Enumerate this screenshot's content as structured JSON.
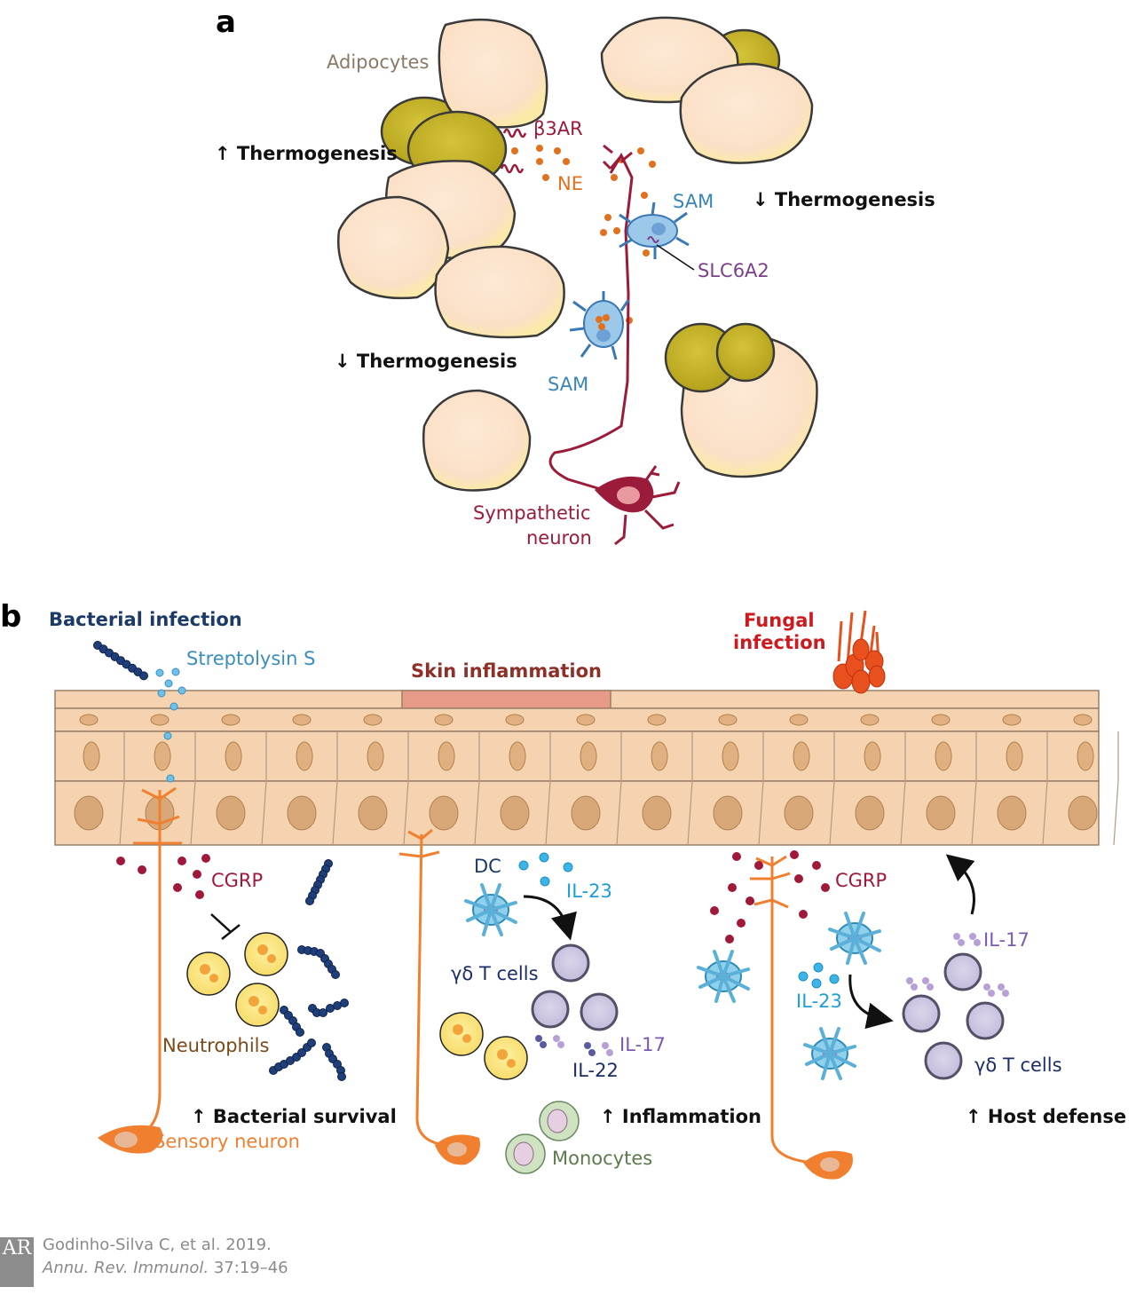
{
  "panel_a": {
    "panel_label": "a",
    "labels": {
      "adipocytes": "Adipocytes",
      "beta3ar": "β3AR",
      "ne": "NE",
      "sam_top": "SAM",
      "sam_bottom": "SAM",
      "slc6a2": "SLC6A2",
      "sympathetic_neuron_line1": "Sympathetic",
      "sympathetic_neuron_line2": "neuron"
    },
    "effects": {
      "up_thermogenesis": "↑ Thermogenesis",
      "down_thermogenesis_right": "↓ Thermogenesis",
      "down_thermogenesis_left": "↓ Thermogenesis"
    }
  },
  "panel_b": {
    "panel_label": "b",
    "headings": {
      "bacterial_infection": "Bacterial infection",
      "skin_inflammation": "Skin inflammation",
      "fungal_infection_line1": "Fungal",
      "fungal_infection_line2": "infection"
    },
    "labels": {
      "streptolysin_s": "Streptolysin S",
      "cgrp_left": "CGRP",
      "neutrophils": "Neutrophils",
      "sensory_neuron": "Sensory neuron",
      "dc": "DC",
      "il23_middle": "IL-23",
      "gd_t_cells_middle": "γδ T cells",
      "il17_middle": "IL-17",
      "il22": "IL-22",
      "monocytes": "Monocytes",
      "cgrp_right": "CGRP",
      "il17_right": "IL-17",
      "il23_right": "IL-23",
      "gd_t_cells_right": "γδ T cells"
    },
    "effects": {
      "bacterial_survival": "↑ Bacterial survival",
      "inflammation": "↑ Inflammation",
      "host_defense": "↑ Host defense"
    }
  },
  "citation": {
    "logo": "AR",
    "line1": "Godinho-Silva C, et al. 2019.",
    "journal": "Annu. Rev. Immunol.",
    "pages": " 37:19–46"
  },
  "colors": {
    "adipocyte_fill": "#fbe3cc",
    "brown_adipocyte_fill": "#c9b82a",
    "sympathetic": "#9b1b3a",
    "ne_dots": "#e0711e",
    "sam": "#5aa6d6",
    "slc6a2": "#7b3f8c",
    "sensory": "#f08030",
    "cgrp": "#a0183a",
    "bacteria": "#1f3f7a",
    "il23": "#3cb4e6",
    "tcell": "#c9c3e0",
    "il17": "#a78bc9",
    "fungus": "#e8501e",
    "skin": "#f5d3b0",
    "inflamed_skin": "#e89a88"
  }
}
